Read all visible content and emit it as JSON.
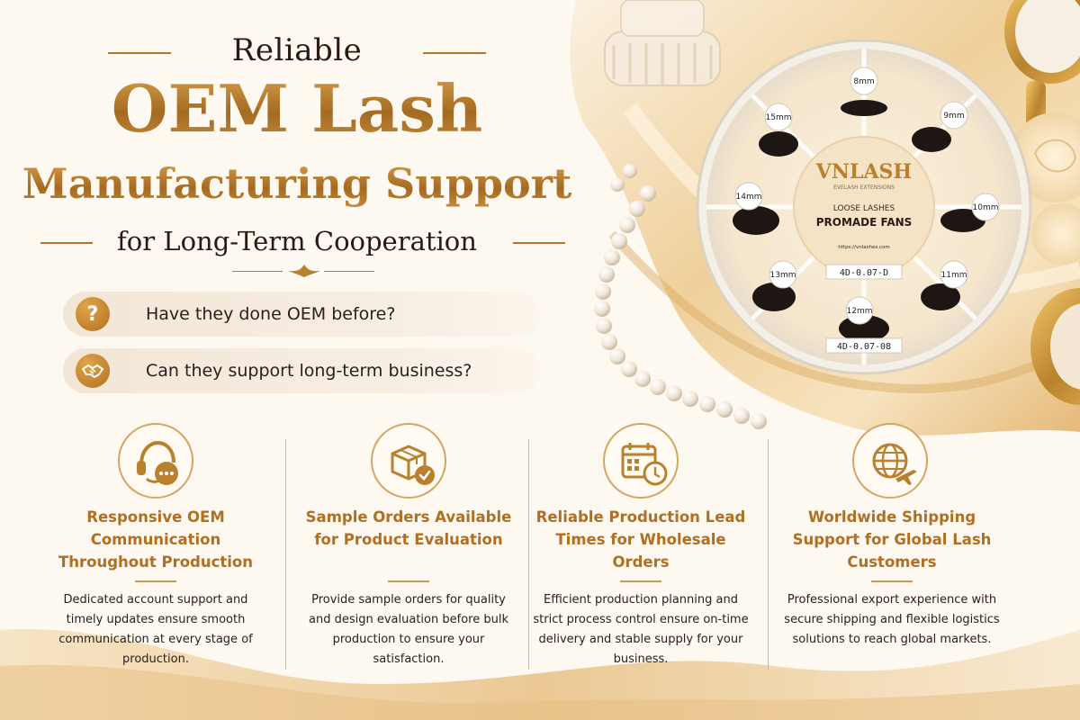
{
  "headline": {
    "line1": "Reliable",
    "line2": "OEM Lash",
    "line3": "Manufacturing Support",
    "line4": "for Long-Term Cooperation"
  },
  "questions": [
    {
      "icon": "question-mark-icon",
      "glyph": "?",
      "text": "Have they done OEM before?"
    },
    {
      "icon": "handshake-icon",
      "glyph": "",
      "text": "Can they support long-term business?"
    }
  ],
  "product": {
    "brand": "VNLASH",
    "brand_sub": "EVELASH EXTENSIONS",
    "type": "LOOSE LASHES",
    "name": "PROMADE FANS",
    "url": "https://vnlashes.com",
    "code_top": "4D-0.07-D",
    "code_bottom": "4D-0.07-08",
    "sizes": [
      "8mm",
      "9mm",
      "10mm",
      "11mm",
      "12mm",
      "13mm",
      "14mm",
      "15mm"
    ]
  },
  "features": [
    {
      "icon": "headset-chat-icon",
      "title": "Responsive OEM Communication Throughout Production",
      "desc": "Dedicated account support and timely updates ensure smooth communication at every stage of production."
    },
    {
      "icon": "box-check-icon",
      "title": "Sample Orders Available for Product Evaluation",
      "desc": "Provide sample orders for quality and design evaluation before bulk production to ensure your satisfaction."
    },
    {
      "icon": "calendar-clock-icon",
      "title": "Reliable Production Lead Times for Wholesale Orders",
      "desc": "Efficient production planning and strict process control ensure on-time delivery and stable supply for your business."
    },
    {
      "icon": "globe-plane-icon",
      "title": "Worldwide Shipping Support for Global Lash Customers",
      "desc": "Professional export experience with secure shipping and flexible logistics solutions to reach global markets."
    }
  ],
  "colors": {
    "gold": "#b77a2d",
    "gold_light": "#e0b066",
    "dark_text": "#2a1a12",
    "cream": "#fdf8f0"
  }
}
